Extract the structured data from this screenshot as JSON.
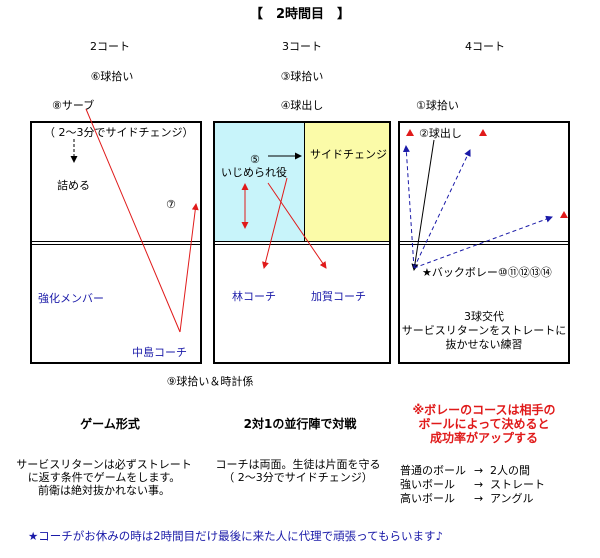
{
  "title": "【　2時間目　】",
  "courts": [
    {
      "header": "2コート",
      "roles": [
        "⑥球拾い",
        "⑧サーブ"
      ],
      "inside": {
        "note": "（ 2～3分でサイドチェンジ）",
        "tsumeru": "詰める",
        "num7": "⑦",
        "kyouka": "強化メンバー",
        "coach": "中島コーチ"
      },
      "below": "⑨球拾い＆時計係"
    },
    {
      "header": "3コート",
      "roles": [
        "③球拾い",
        "④球出し"
      ],
      "inside": {
        "side_change": "サイドチェンジ",
        "num5": "⑤",
        "ijime": "いじめられ役",
        "coach_a": "林コーチ",
        "coach_b": "加賀コーチ"
      }
    },
    {
      "header": "4コート",
      "roles": [
        "①球拾い"
      ],
      "inside": {
        "tamadashi": "②球出し",
        "back_volley": "★バックボレー⑩⑪⑫⑬⑭"
      },
      "below_lines": [
        "3球交代",
        "サービスリターンをストレートに",
        "抜かせない練習"
      ]
    }
  ],
  "bottom": {
    "game_title": "ゲーム形式",
    "game_lines": [
      "サービスリターンは必ずストレート",
      "に返す条件でゲームをします。",
      "前衛は絶対抜かれない事。"
    ],
    "formation_title": "2対1の並行陣で対戦",
    "formation_lines": [
      "コーチは両面。生徒は片面を守る",
      "（ 2～3分でサイドチェンジ）"
    ],
    "volley_lines": [
      "※ボレーのコースは相手の",
      "ボールによって決めると",
      "成功率がアップする"
    ],
    "ball_table": [
      {
        "type": "普通のボール",
        "arrow": "→",
        "target": "2人の間"
      },
      {
        "type": "強いボール",
        "arrow": "→",
        "target": "ストレート"
      },
      {
        "type": "高いボール",
        "arrow": "→",
        "target": "アングル"
      }
    ],
    "footer": "★コーチがお休みの時は2時間目だけ最後に来た人に代理で頑張ってもらいます♪"
  },
  "colors": {
    "blue_text": "#1a1aa8",
    "red_text": "#e01a1a",
    "left_zone": "#c8f4fa",
    "right_zone": "#fbfba8",
    "arrow_red": "#e01a1a",
    "arrow_blue": "#1a1aa8"
  }
}
